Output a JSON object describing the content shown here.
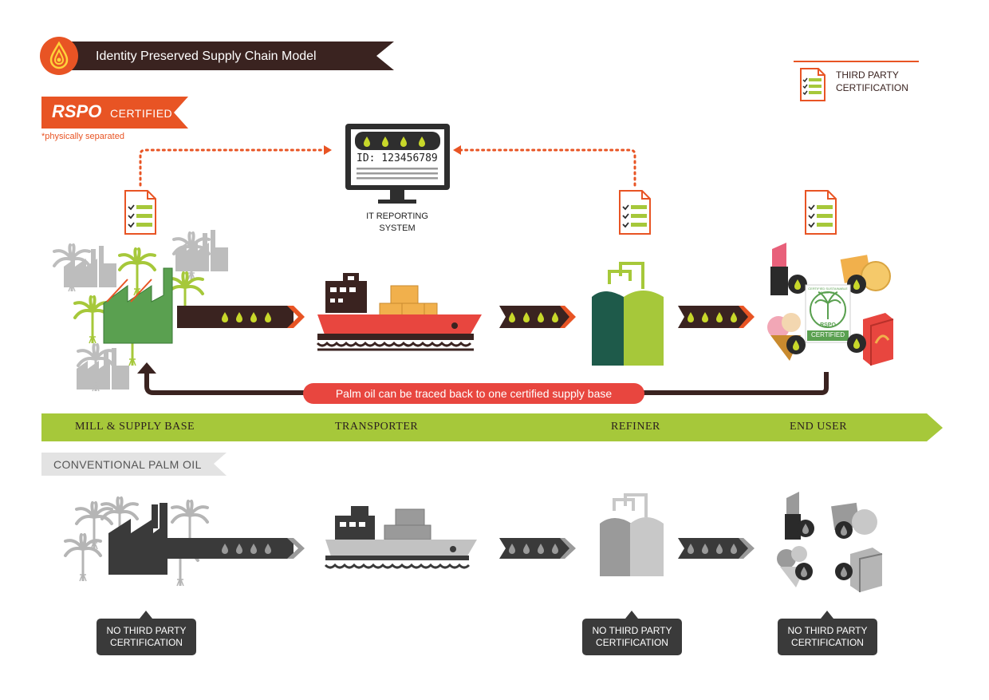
{
  "header": {
    "title": "Identity Preserved Supply Chain Model",
    "logo_icon": "oil-drop-flame-icon"
  },
  "legend": {
    "line1": "THIRD PARTY",
    "line2": "CERTIFICATION",
    "icon": "checklist-document-icon"
  },
  "rspo": {
    "label_bold": "RSPO",
    "label_rest": "CERTIFIED",
    "note": "*physically separated"
  },
  "it_system": {
    "id_text": "ID: 123456789",
    "label_line1": "IT REPORTING",
    "label_line2": "SYSTEM"
  },
  "trace_caption": "Palm oil can be traced back to one certified supply base",
  "stages": {
    "mill": "MILL & SUPPLY BASE",
    "transporter": "TRANSPORTER",
    "refiner": "REFINER",
    "end_user": "END USER"
  },
  "conventional": {
    "label": "CONVENTIONAL PALM OIL",
    "no_cert_line1": "NO THIRD PARTY",
    "no_cert_line2": "CERTIFICATION"
  },
  "certified_logo": {
    "ring_text": "CERTIFIED SUSTAINABLE PALM OIL",
    "brand": "RSPO",
    "badge": "CERTIFIED"
  },
  "colors": {
    "orange": "#e85424",
    "brown": "#3a2320",
    "green": "#a6c83a",
    "dark_green": "#1e5a4a",
    "red": "#e8463f",
    "grey": "#9a9a9a",
    "dark_grey": "#3a3a3a"
  }
}
